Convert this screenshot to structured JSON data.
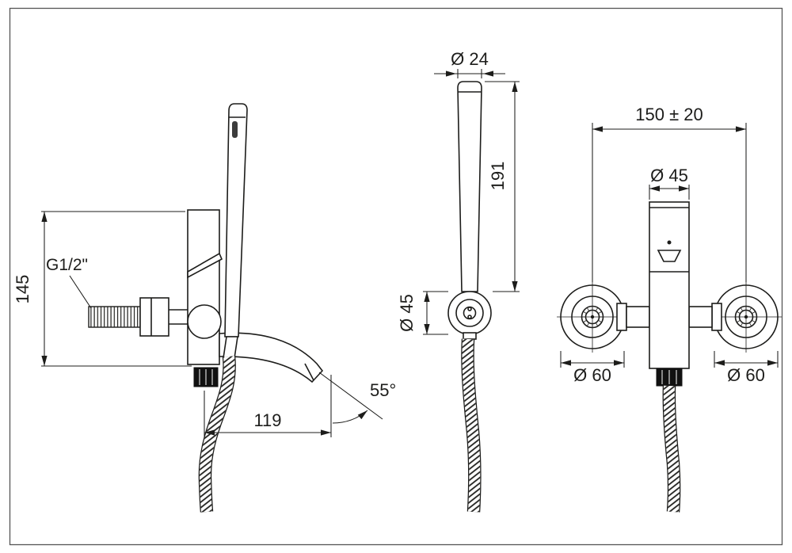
{
  "drawing": {
    "background": "#ffffff",
    "line_color": "#1d1d1b",
    "side_view": {
      "height": "145",
      "thread": "G1/2\"",
      "reach": "119",
      "spout_angle": "55°"
    },
    "hand_shower_view": {
      "head_diameter": "Ø 24",
      "length": "191",
      "holder_diameter": "Ø 45"
    },
    "front_view": {
      "center_distance": "150 ± 20",
      "body_diameter": "Ø 45",
      "left_flange_diameter": "Ø 60",
      "right_flange_diameter": "Ø 60"
    }
  }
}
